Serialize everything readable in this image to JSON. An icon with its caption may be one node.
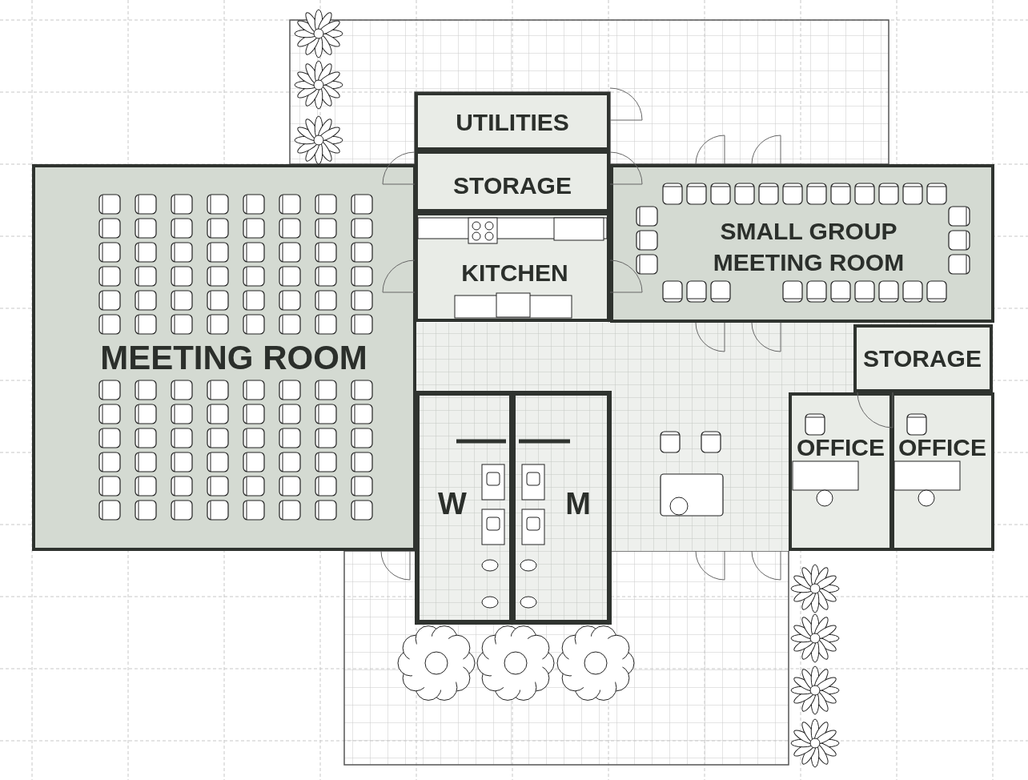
{
  "diagram": {
    "nodes": [
      {
        "text": [
          "UTILITIES"
        ]
      },
      {
        "text": [
          "STORAGE"
        ]
      },
      {
        "text": [
          "SMALL GROUP MEETING ROOM"
        ]
      },
      {
        "text": [
          "KITCHEN"
        ]
      },
      {
        "text": [
          "MEETING ROOM"
        ]
      },
      {
        "text": [
          "STORAGE"
        ]
      },
      {
        "text": [
          "OFFICE"
        ]
      },
      {
        "text": [
          "OFFICE"
        ]
      },
      {
        "text": [
          "W"
        ]
      },
      {
        "text": [
          "M"
        ]
      }
    ]
  }
}
